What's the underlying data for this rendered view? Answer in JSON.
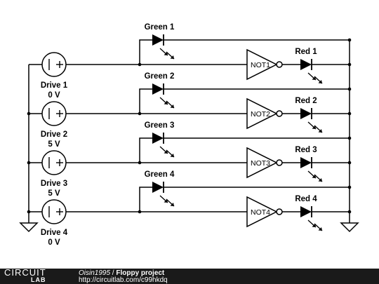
{
  "drives": [
    {
      "name": "Drive 1",
      "voltage": "0 V"
    },
    {
      "name": "Drive 2",
      "voltage": "5 V"
    },
    {
      "name": "Drive 3",
      "voltage": "5 V"
    },
    {
      "name": "Drive 4",
      "voltage": "0 V"
    }
  ],
  "green_leds": [
    "Green 1",
    "Green 2",
    "Green 3",
    "Green 4"
  ],
  "red_leds": [
    "Red 1",
    "Red 2",
    "Red 3",
    "Red 4"
  ],
  "gates": [
    "NOT1",
    "NOT2",
    "NOT3",
    "NOT4"
  ],
  "footer": {
    "logo_top": "CIRCUIT",
    "logo_bottom": "LAB",
    "user": "Oisin1995",
    "separator": " / ",
    "project": "Floppy project",
    "url": "http://circuitlab.com/c99hkdq"
  }
}
